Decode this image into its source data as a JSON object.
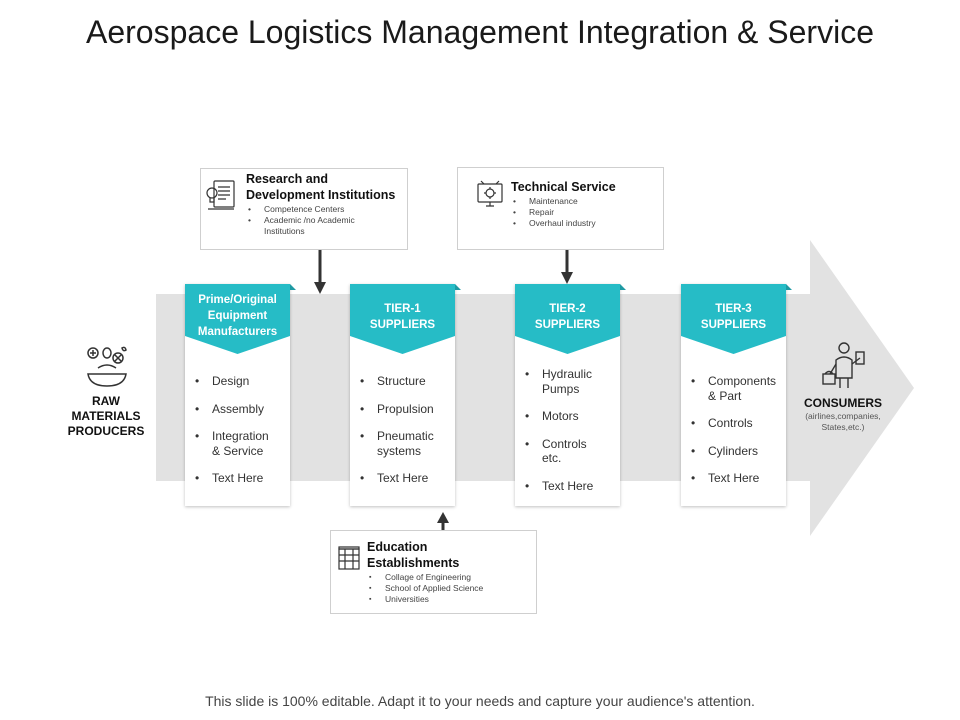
{
  "title": "Aerospace Logistics Management Integration & Service",
  "colors": {
    "teal": "#26bcc6",
    "teal_dark": "#1e9aa3",
    "band": "#e2e2e2"
  },
  "raw_materials": {
    "line1": "RAW",
    "line2": "MATERIALS",
    "line3": "PRODUCERS",
    "icon": "ingredients-bowl-icon"
  },
  "consumers": {
    "label": "CONSUMERS",
    "sub_line1": "(airlines,companies,",
    "sub_line2": "States,etc.)",
    "icon": "shopper-icon"
  },
  "tiers": [
    {
      "title_lines": [
        "Prime/Original",
        "Equipment",
        "Manufacturers"
      ],
      "items": [
        "Design",
        "Assembly",
        "Integration & Service",
        "Text Here"
      ]
    },
    {
      "title_lines": [
        "TIER-1",
        "SUPPLIERS"
      ],
      "items": [
        "Structure",
        "Propulsion",
        "Pneumatic systems",
        "Text Here"
      ]
    },
    {
      "title_lines": [
        "TIER-2",
        "SUPPLIERS"
      ],
      "items": [
        "Hydraulic Pumps",
        "Motors",
        "Controls etc.",
        "Text Here"
      ]
    },
    {
      "title_lines": [
        "TIER-3",
        "SUPPLIERS"
      ],
      "items": [
        "Components & Part",
        "Controls",
        "Cylinders",
        "Text Here"
      ]
    }
  ],
  "research": {
    "title": "Research and Development Institutions",
    "items": [
      "Competence Centers",
      "Academic /no Academic Institutions"
    ],
    "icon": "research-doc-icon"
  },
  "technical": {
    "title": "Technical Service",
    "items": [
      "Maintenance",
      "Repair",
      "Overhaul industry"
    ],
    "icon": "monitor-gear-icon"
  },
  "education": {
    "title": "Education Establishments",
    "items": [
      "Collage of Engineering",
      "School of Applied Science",
      "Universities"
    ],
    "icon": "school-building-icon"
  },
  "footer": "This slide is 100% editable. Adapt it to your needs and capture your audience's attention."
}
